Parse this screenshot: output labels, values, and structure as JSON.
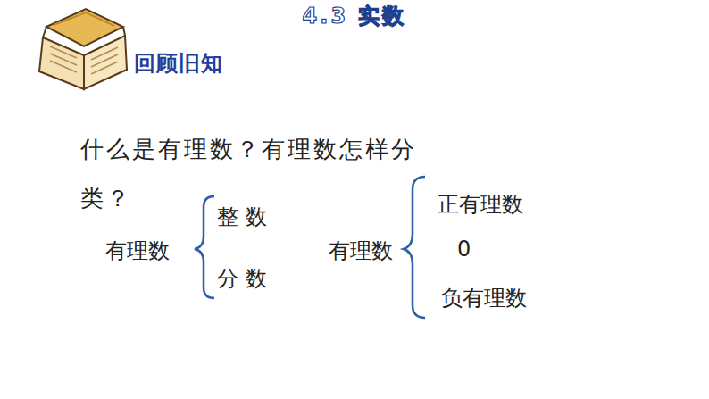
{
  "diagram": {
    "title": "4.3 实数",
    "labels": [
      "回顾旧知",
      "什么是有理数？有理数怎样分类？",
      "有理数",
      "整 数",
      "分 数",
      "有理数",
      "正有理数",
      "0",
      "负有理数"
    ]
  }
}
